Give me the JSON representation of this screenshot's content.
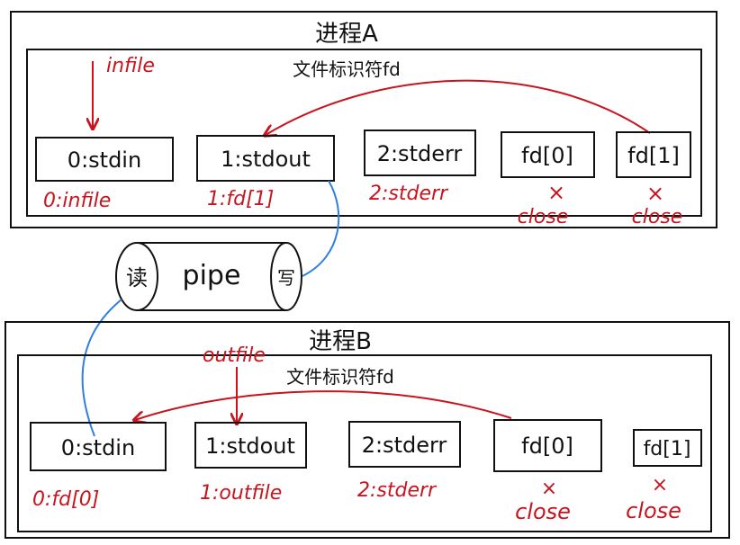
{
  "colors": {
    "ink": "#111111",
    "annotation_red": "#c8141e",
    "pipe_blue": "#2f7fe0"
  },
  "process_a": {
    "title": "进程A",
    "subtitle": "文件标识符fd",
    "input_note": "infile",
    "slots": [
      {
        "label": "0:stdin",
        "note": "0:infile"
      },
      {
        "label": "1:stdout",
        "note": "1:fd[1]"
      },
      {
        "label": "2:stderr",
        "note": "2:stderr"
      },
      {
        "label": "fd[0]",
        "mark": "×",
        "note": "close"
      },
      {
        "label": "fd[1]",
        "mark": "×",
        "note": "close"
      }
    ]
  },
  "pipe": {
    "label": "pipe",
    "read_end": "读",
    "write_end": "写"
  },
  "process_b": {
    "title": "进程B",
    "subtitle": "文件标识符fd",
    "output_note": "outfile",
    "slots": [
      {
        "label": "0:stdin",
        "note": "0:fd[0]"
      },
      {
        "label": "1:stdout",
        "note": "1:outfile"
      },
      {
        "label": "2:stderr",
        "note": "2:stderr"
      },
      {
        "label": "fd[0]",
        "mark": "×",
        "note": "close"
      },
      {
        "label": "fd[1]",
        "mark": "×",
        "note": "close"
      }
    ]
  }
}
